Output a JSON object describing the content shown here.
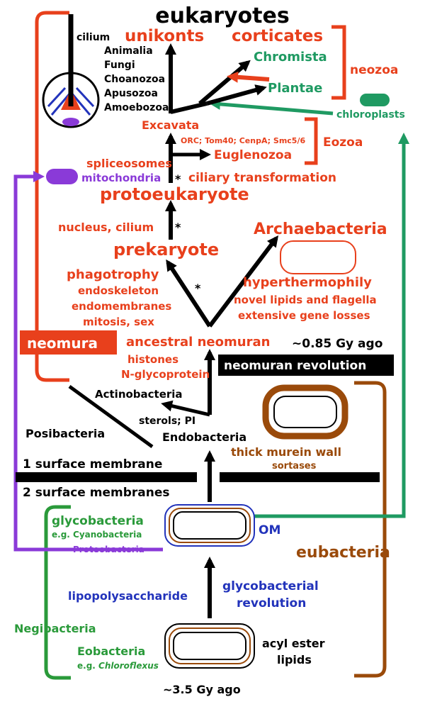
{
  "colors": {
    "red": "#e8401c",
    "black": "#000000",
    "green": "#2a9a3a",
    "teal": "#1f9a62",
    "blue": "#2233bb",
    "brown": "#9a4a0a",
    "purple": "#8a3ad8"
  },
  "labels": {
    "eukaryotes": "eukaryotes",
    "cilium": "cilium",
    "animalia": "Animalia",
    "fungi": "Fungi",
    "choanozoa": "Choanozoa",
    "apusozoa": "Apusozoa",
    "amoebozoa": "Amoebozoa",
    "unikonts": "unikonts",
    "corticates": "corticates",
    "chromista": "Chromista",
    "plantae": "Plantae",
    "neozoa": "neozoa",
    "chloroplasts": "chloroplasts",
    "excavata": "Excavata",
    "orc_line": "ORC; Tom40; CenpA; Smc5/6",
    "eozoa": "Eozoa",
    "euglenozoa": "Euglenozoa",
    "spliceosomes": "spliceosomes",
    "mitochondria": "mitochondria",
    "star": "*",
    "ciliary_transformation": "ciliary transformation",
    "protoeukaryote": "protoeukaryote",
    "nucleus_cilium": "nucleus, cilium",
    "archaebacteria": "Archaebacteria",
    "prekaryote": "prekaryote",
    "phagotrophy": "phagotrophy",
    "endoskeleton": "endoskeleton",
    "endomembranes": "endomembranes",
    "mitosis_sex": "mitosis, sex",
    "hyperthermophily": "hyperthermophily",
    "novel_lipids": "novel lipids and flagella",
    "gene_losses": "extensive gene losses",
    "neomura": "neomura",
    "ancestral_neomuran": "ancestral neomuran",
    "age_085": "~0.85 Gy ago",
    "histones": "histones",
    "n_glycoprotein": "N-glycoprotein",
    "neomuran_revolution": "neomuran revolution",
    "actinobacteria": "Actinobacteria",
    "sterols_pi": "sterols; PI",
    "posibacteria": "Posibacteria",
    "endobacteria": "Endobacteria",
    "thick_murein_wall": "thick murein wall",
    "sortases": "sortases",
    "one_surface_membrane": "1 surface membrane",
    "two_surface_membranes": "2 surface membranes",
    "glycobacteria": "glycobacteria",
    "eg_cyanobacteria": "e.g. Cyanobacteria",
    "proteobacteria": "Proteobacteria",
    "om": "OM",
    "eubacteria": "eubacteria",
    "lipopolysaccharide": "lipopolysaccharide",
    "glycobacterial": "glycobacterial",
    "revolution": "revolution",
    "negibacteria": "Negibacteria",
    "eobacteria": "Eobacteria",
    "eg_prefix": "e.g. ",
    "chloroflexus": "Chloroflexus",
    "acyl_ester": "acyl ester",
    "lipids": "lipids",
    "age_35": "~3.5 Gy ago"
  }
}
